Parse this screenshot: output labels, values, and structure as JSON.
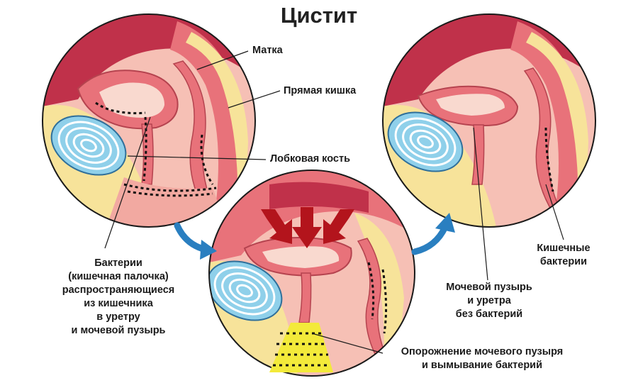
{
  "title": "Цистит",
  "labels": {
    "uterus": "Матка",
    "rectum": "Прямая кишка",
    "pubic_bone": "Лобковая кость",
    "bacteria_spread": [
      "Бактерии",
      "(кишечная палочка)",
      "распространяющиеся",
      "из кишечника",
      "в уретру",
      "и мочевой пузырь"
    ],
    "bladder_urethra": [
      "Мочевой пузырь",
      "и уретра",
      "без бактерий"
    ],
    "intestinal_bacteria": [
      "Кишечные",
      "бактерии"
    ],
    "emptying": [
      "Опорожнение мочевого пузыря",
      "и вымывание бактерий"
    ]
  },
  "colors": {
    "tissue_pink": "#e8727a",
    "tissue_light": "#f6b6b2",
    "fat_yellow": "#f7e39a",
    "bone_blue": "#8fd0ea",
    "arrow_blue": "#2a7fc0",
    "pressure_red": "#b3141c",
    "bacteria": "#111111",
    "flush_yellow": "#f3ea3a"
  }
}
